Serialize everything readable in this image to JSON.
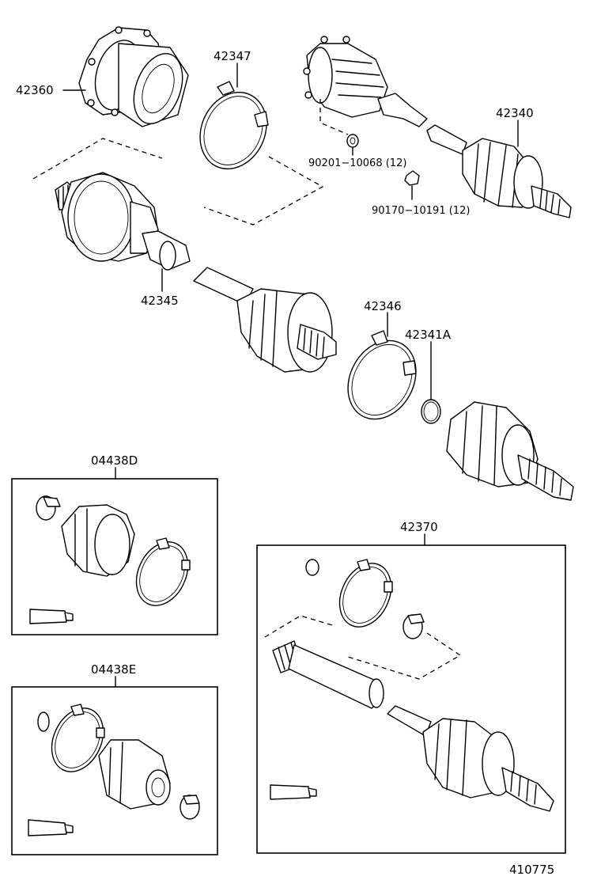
{
  "parts": {
    "p42360": "42360",
    "p42347": "42347",
    "p42340": "42340",
    "p90201": "90201−10068 (12)",
    "p90170": "90170−10191 (12)",
    "p42345": "42345",
    "p42346": "42346",
    "p42341A": "42341A",
    "p04438D": "04438D",
    "p04438E": "04438E",
    "p42370": "42370"
  },
  "figure_number": "410775"
}
